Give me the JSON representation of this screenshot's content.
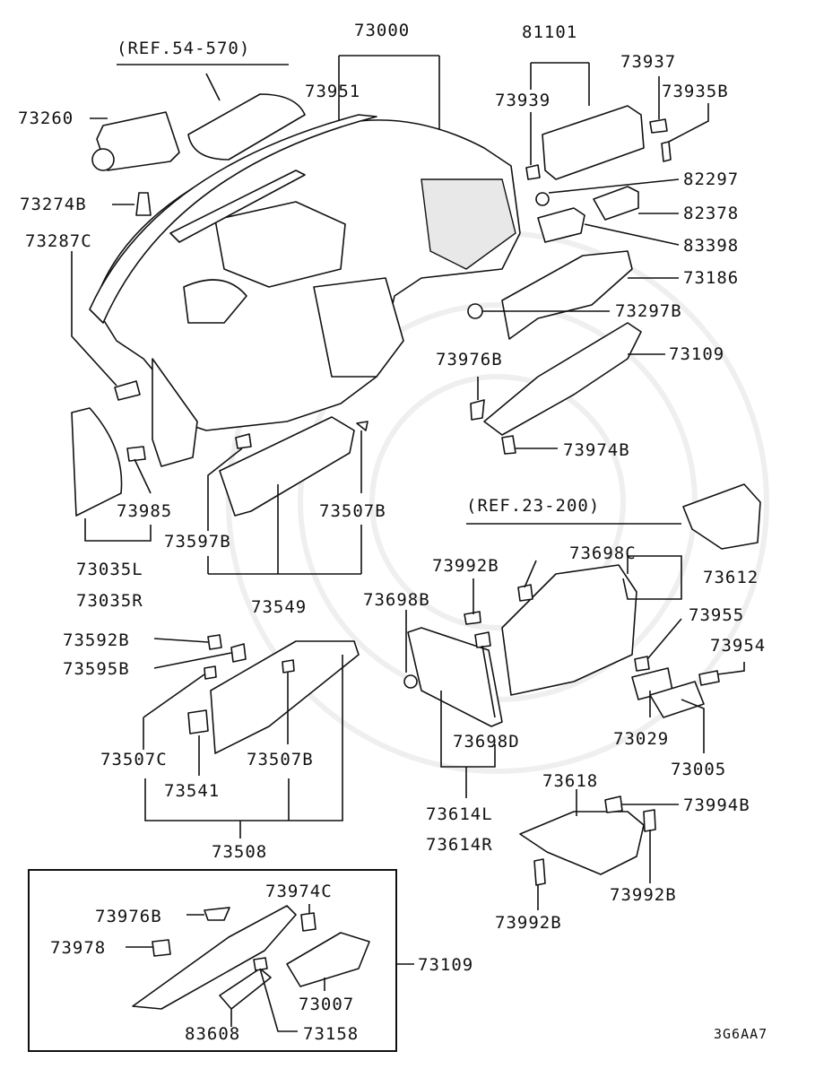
{
  "diagram_code": "3G6AA7",
  "labels": {
    "ref_54_570": "(REF.54-570)",
    "ref_23_200": "(REF.23-200)",
    "p73000": "73000",
    "p73951": "73951",
    "p73260": "73260",
    "p73274B": "73274B",
    "p73287C": "73287C",
    "p81101": "81101",
    "p73939": "73939",
    "p73937": "73937",
    "p73935B": "73935B",
    "p82297": "82297",
    "p82378": "82378",
    "p83398": "83398",
    "p73186": "73186",
    "p73297B": "73297B",
    "p73976B_top": "73976B",
    "p73109_top": "73109",
    "p73974B": "73974B",
    "p73985": "73985",
    "p73035L": "73035L",
    "p73035R": "73035R",
    "p73507B_top": "73507B",
    "p73597B": "73597B",
    "p73549": "73549",
    "p73992B_mid": "73992B",
    "p73698C": "73698C",
    "p73612": "73612",
    "p73698B": "73698B",
    "p73955": "73955",
    "p73954": "73954",
    "p73592B": "73592B",
    "p73595B": "73595B",
    "p73698D": "73698D",
    "p73029": "73029",
    "p73005": "73005",
    "p73507C": "73507C",
    "p73507B_low": "73507B",
    "p73541": "73541",
    "p73618": "73618",
    "p73994B": "73994B",
    "p73614L": "73614L",
    "p73614R": "73614R",
    "p73992B_right": "73992B",
    "p73992B_low": "73992B",
    "p73508": "73508",
    "p73974C": "73974C",
    "p73976B_box": "73976B",
    "p73978": "73978",
    "p73109_box": "73109",
    "p73007": "73007",
    "p83608": "83608",
    "p73158": "73158"
  }
}
